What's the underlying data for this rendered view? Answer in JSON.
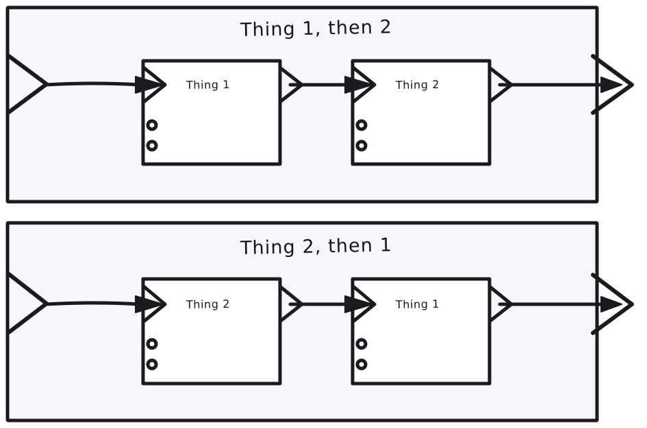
{
  "diagram": {
    "kind": "flow-sequence-comparison",
    "background_color": "#ffffff",
    "panel_fill": "#f5f7fa",
    "stroke_color": "#1b1b1f",
    "node_fill": "#ffffff",
    "panels": [
      {
        "id": "panel-top",
        "title": "Thing 1, then 2",
        "input_port_name": "panel-input-chevron",
        "output_port_name": "panel-output-chevron",
        "nodes": [
          {
            "id": "node-top-first",
            "label": "Thing 1",
            "ports": [
              "port-a",
              "port-b"
            ],
            "port_count": 2
          },
          {
            "id": "node-top-second",
            "label": "Thing 2",
            "ports": [
              "port-a",
              "port-b"
            ],
            "port_count": 2
          }
        ],
        "edges": [
          {
            "from": "panel-input",
            "to": "node-top-first"
          },
          {
            "from": "node-top-first",
            "to": "node-top-second"
          },
          {
            "from": "node-top-second",
            "to": "panel-output"
          }
        ]
      },
      {
        "id": "panel-bottom",
        "title": "Thing 2, then 1",
        "input_port_name": "panel-input-chevron",
        "output_port_name": "panel-output-chevron",
        "nodes": [
          {
            "id": "node-bottom-first",
            "label": "Thing 2",
            "ports": [
              "port-a",
              "port-b"
            ],
            "port_count": 2
          },
          {
            "id": "node-bottom-second",
            "label": "Thing 1",
            "ports": [
              "port-a",
              "port-b"
            ],
            "port_count": 2
          }
        ],
        "edges": [
          {
            "from": "panel-input",
            "to": "node-bottom-first"
          },
          {
            "from": "node-bottom-first",
            "to": "node-bottom-second"
          },
          {
            "from": "node-bottom-second",
            "to": "panel-output"
          }
        ]
      }
    ]
  }
}
